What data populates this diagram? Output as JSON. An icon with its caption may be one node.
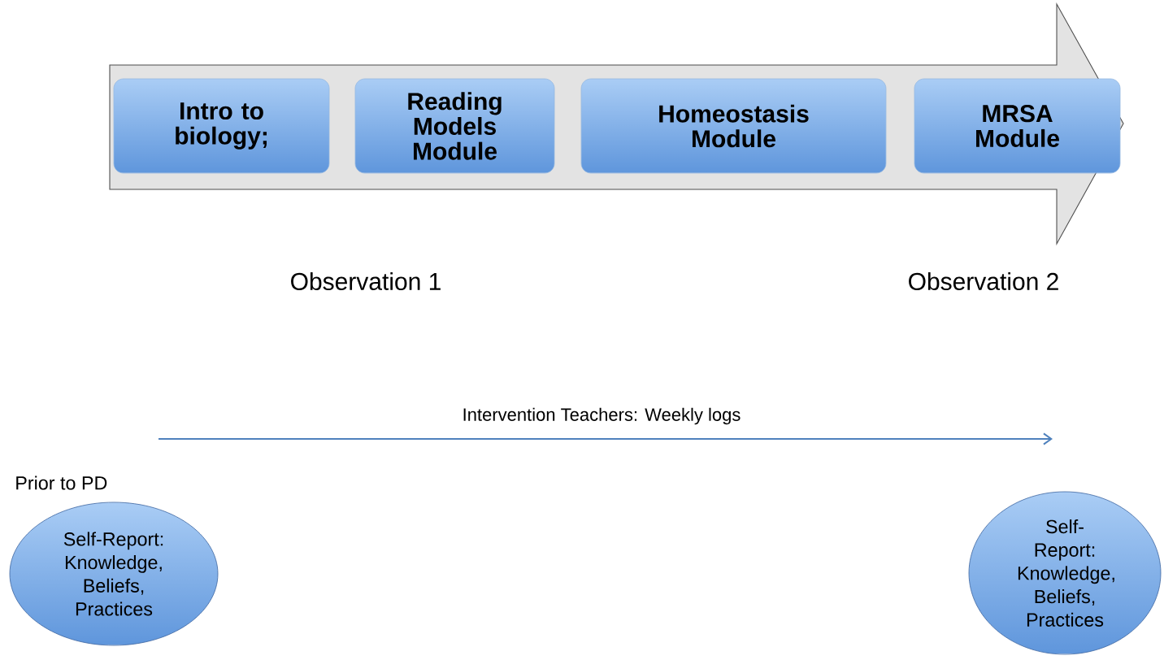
{
  "diagram": {
    "nodes": [
      {
        "text": [],
        "shape": "arrow"
      },
      {
        "text": [
          "Intro to biology;"
        ],
        "in": 0
      },
      {
        "text": [
          "Reading Models Module"
        ],
        "in": 0
      },
      {
        "text": [
          "Homeostasis Module"
        ],
        "in": 0
      },
      {
        "text": [
          "MRSA Module"
        ],
        "in": 0
      },
      {
        "text": [
          "Self-Report: Knowledge, Beliefs, Practices"
        ],
        "beside": [
          "Prior to PD"
        ]
      },
      {
        "text": [
          "Self-Report: Knowledge, Beliefs, Practices"
        ]
      }
    ],
    "labels": [
      "Observation 1",
      "Observation 2",
      "Intervention Teachers: Weekly logs"
    ]
  }
}
